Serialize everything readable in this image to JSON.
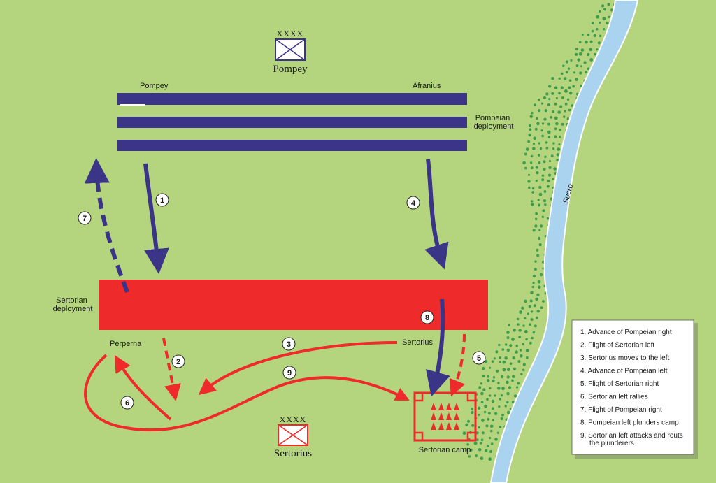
{
  "colors": {
    "ground": "#b4d57e",
    "river": "#a9d3ee",
    "pompeian": "#3b3587",
    "sertorian": "#ee2a2a",
    "trees": "#3f9c4c"
  },
  "river": {
    "name": "Sucro"
  },
  "commanders": {
    "top": {
      "size_marker": "XXXX",
      "name": "Pompey"
    },
    "bottom": {
      "size_marker": "XXXX",
      "name": "Sertorius"
    }
  },
  "labels": {
    "pompey_wing": "Pompey",
    "afranius_wing": "Afranius",
    "pompeian_deployment": [
      "Pompeian",
      "deployment"
    ],
    "sertorian_deployment": [
      "Sertorian",
      "deployment"
    ],
    "perperna": "Perperna",
    "sertorius": "Sertorius",
    "sertorian_camp": "Sertorian camp"
  },
  "markers": [
    "1",
    "2",
    "3",
    "4",
    "5",
    "6",
    "7",
    "8",
    "9"
  ],
  "legend": [
    [
      "1. Advance of Pompeian right"
    ],
    [
      "2. Flight of Sertorian left"
    ],
    [
      "3. Sertorius moves to the left"
    ],
    [
      "4. Advance of Pompeian left"
    ],
    [
      "5. Flight of Sertorian right"
    ],
    [
      "6. Sertorian left rallies"
    ],
    [
      "7. Flight of Pompeian right"
    ],
    [
      "8. Pompeian left plunders camp"
    ],
    [
      "9. Sertorian left attacks and routs",
      "the plunderers"
    ]
  ]
}
